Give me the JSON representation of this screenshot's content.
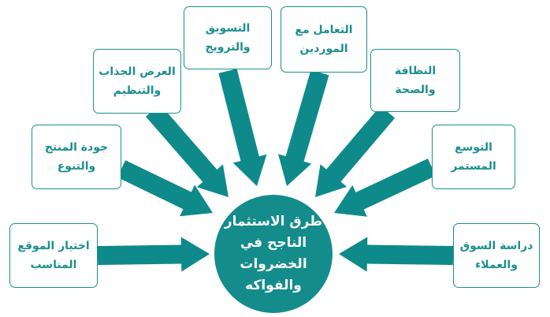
{
  "center": {
    "text": "طرق الاستثمار\nالناجح في\nالخضروات\nوالفواكه"
  },
  "boxes": {
    "location": "اختيار الموقع\nالمناسب",
    "quality": "جودة المنتج\nوالتنوع",
    "display": "العرض الجذاب\nوالتنظيم",
    "marketing": "التسويق\nوالترويج",
    "suppliers": "التعامل مع\nالموردين",
    "clean": "النظافة والصحة",
    "expand": "التوسع\nالمستمر",
    "market": "دراسة السوق\nوالعملاء"
  },
  "colors": {
    "accent": "#1d8f8f",
    "arrow": "#0f8a8a",
    "circle": "#148c8c"
  }
}
